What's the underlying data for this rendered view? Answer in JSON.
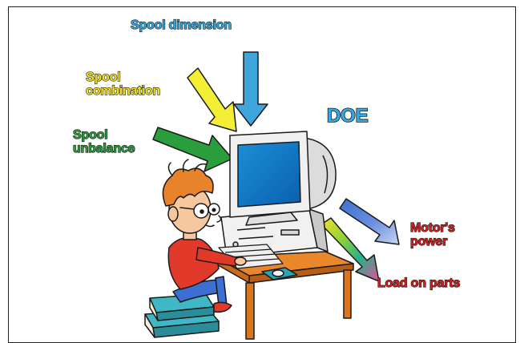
{
  "labels": {
    "spool_dimension": "Spool dimension",
    "spool_combination_1": "Spool",
    "spool_combination_2": "combination",
    "spool_unbalance_1": "Spool",
    "spool_unbalance_2": "unbalance",
    "doe": "DOE",
    "motors_power_1": "Motor's",
    "motors_power_2": "power",
    "load_on_parts": "Load on parts"
  },
  "colors": {
    "spool_dimension": "#2fa8de",
    "spool_combination": "#f3e21c",
    "spool_unbalance": "#2a9a3a",
    "doe": "#35a9e3",
    "motors_power": "#d11f1f",
    "load_on_parts": "#d11f1f",
    "arrow_blue": "#3ea6dc",
    "arrow_yellow": "#f4ee35",
    "arrow_green": "#2a9e3c"
  },
  "icons": [
    "down-arrow-icon",
    "diagonal-arrow-icon",
    "computer-illustration",
    "boy-illustration",
    "book-stack-illustration"
  ]
}
